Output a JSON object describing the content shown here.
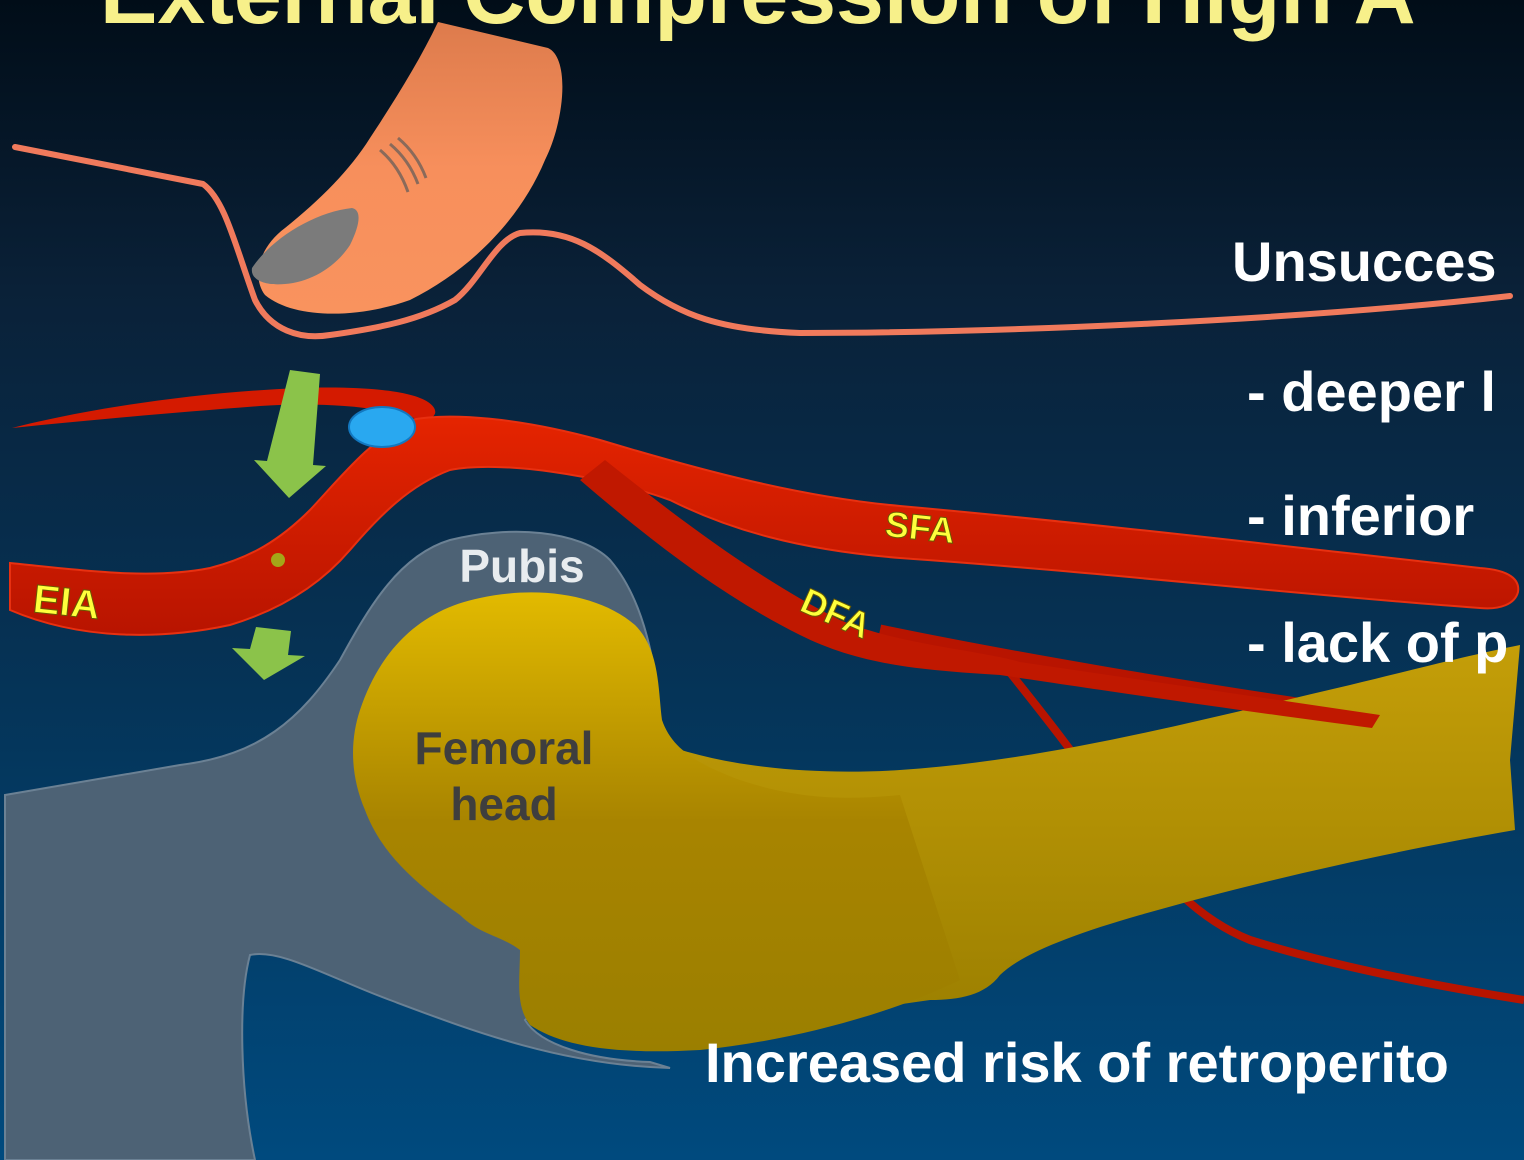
{
  "slide": {
    "title": "External Compression of High A",
    "heading": "Unsucces",
    "bullets": [
      "- deeper l",
      "- inferior",
      "- lack of p"
    ],
    "footer": "Increased risk of retroperito"
  },
  "labels": {
    "eia": "EIA",
    "sfa": "SFA",
    "dfa": "DFA",
    "pubis": "Pubis",
    "femoral_head_line1": "Femoral",
    "femoral_head_line2": "head"
  },
  "colors": {
    "artery": "#d41a00",
    "bone_pubis": "#4d6275",
    "femur": "#a88400",
    "skin_line": "#f07a5c",
    "finger": "#f08a5a",
    "arrow": "#8bc34a",
    "puncture_site": "#29a8f0",
    "title": "#f7f08a",
    "vessel_label": "#ffff3c"
  }
}
